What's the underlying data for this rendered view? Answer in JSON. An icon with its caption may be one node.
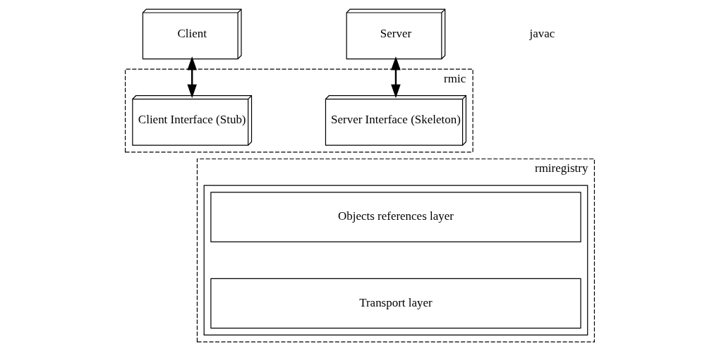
{
  "diagram": {
    "nodes": [
      {
        "text": [
          "Client"
        ]
      },
      {
        "text": [
          "Server"
        ]
      },
      {
        "text": [],
        "shape": "box",
        "beside": [
          "rmic"
        ]
      },
      {
        "text": [
          "Client Interface (Stub)"
        ],
        "in": 2
      },
      {
        "text": [
          "Server Interface (Skeleton)"
        ],
        "in": 2
      },
      {
        "text": [],
        "shape": "box",
        "beside": [
          "rmiregistry"
        ]
      },
      {
        "text": [],
        "shape": "box",
        "in": 5
      },
      {
        "text": [
          "Objects references layer"
        ],
        "in": 6
      },
      {
        "text": [
          "Transport layer"
        ],
        "in": 6
      }
    ],
    "edges": [
      {
        "from": 0,
        "to": 3,
        "arrow": "both"
      },
      {
        "from": 1,
        "to": 4,
        "arrow": "both"
      }
    ],
    "labels": [
      "javac"
    ]
  }
}
